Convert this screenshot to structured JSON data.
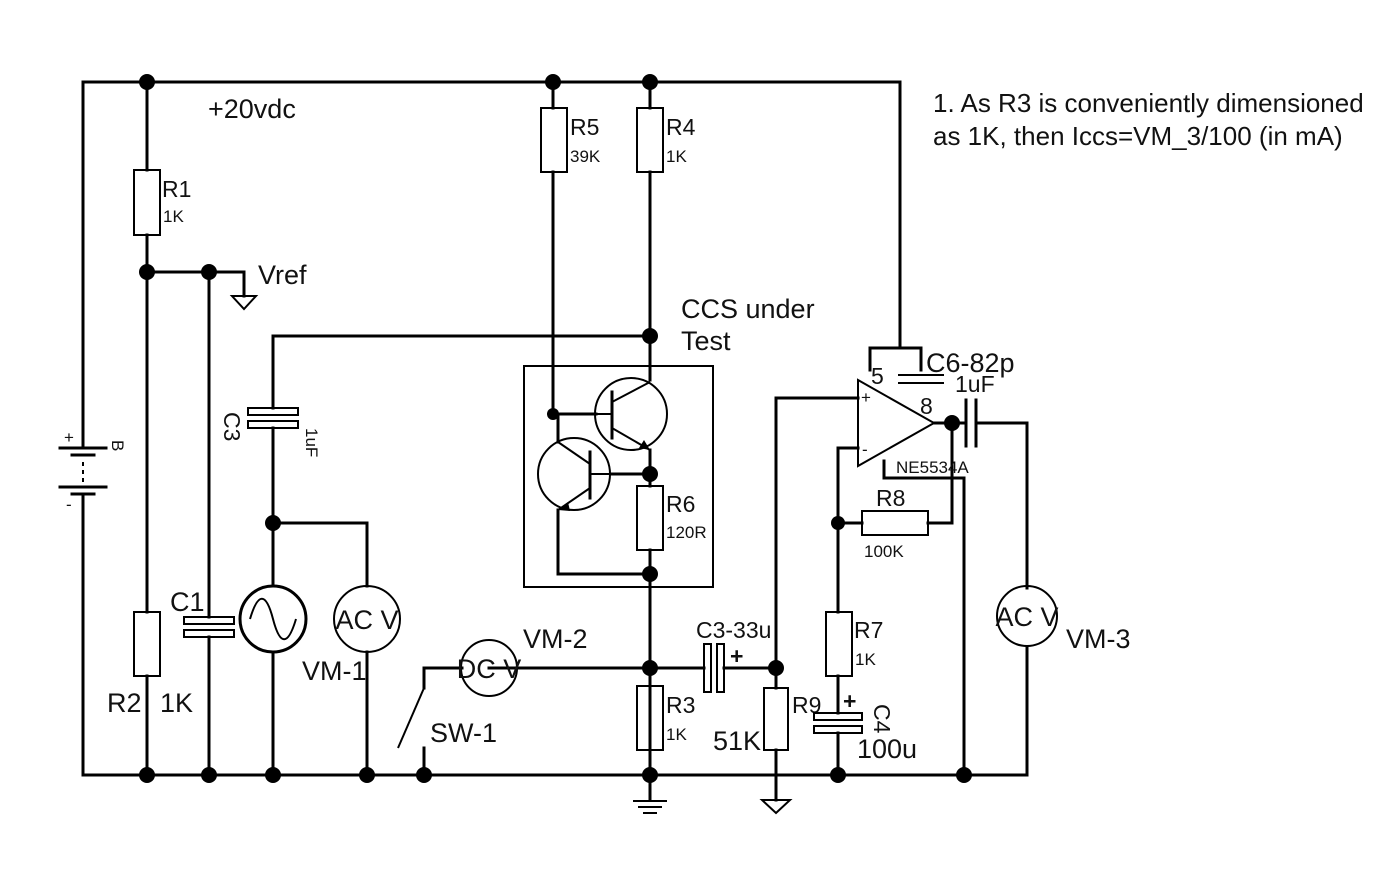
{
  "supply_label": "+20vdc",
  "note": {
    "line1": "1. As R3 is conveniently dimensioned",
    "line2": "as 1K, then Iccs=VM_3/100 (in mA)"
  },
  "vref_label": "Vref",
  "ccs_label": {
    "line1": "CCS under",
    "line2": "Test"
  },
  "battery": {
    "name": "B",
    "plus": "+",
    "minus": "-"
  },
  "resistors": {
    "r1": {
      "name": "R1",
      "value": "1K"
    },
    "r2": {
      "name": "R2",
      "value": "1K"
    },
    "r3": {
      "name": "R3",
      "value": "1K"
    },
    "r4": {
      "name": "R4",
      "value": "1K"
    },
    "r5": {
      "name": "R5",
      "value": "39K"
    },
    "r6": {
      "name": "R6",
      "value": "120R"
    },
    "r7": {
      "name": "R7",
      "value": "1K"
    },
    "r8": {
      "name": "R8",
      "value": "100K"
    },
    "r9": {
      "name": "R9",
      "value": "51K"
    }
  },
  "capacitors": {
    "c1": {
      "name": "C1"
    },
    "c3": {
      "name": "C3",
      "value": "1uF"
    },
    "c3b": {
      "label": "C3-33u",
      "plus": "+"
    },
    "c4": {
      "name": "C4",
      "value": "100u",
      "plus": "+"
    },
    "c6": {
      "label": "C6-82p"
    },
    "cout": {
      "value": "1uF"
    }
  },
  "meters": {
    "vm1": {
      "name": "VM-1",
      "type": "AC V"
    },
    "vm2": {
      "name": "VM-2",
      "type": "DC V"
    },
    "vm3": {
      "name": "VM-3",
      "type": "AC V"
    }
  },
  "switch": {
    "name": "SW-1"
  },
  "opamp": {
    "part": "NE5534A",
    "plus": "+",
    "minus": "-",
    "pin5": "5",
    "pin8": "8"
  }
}
